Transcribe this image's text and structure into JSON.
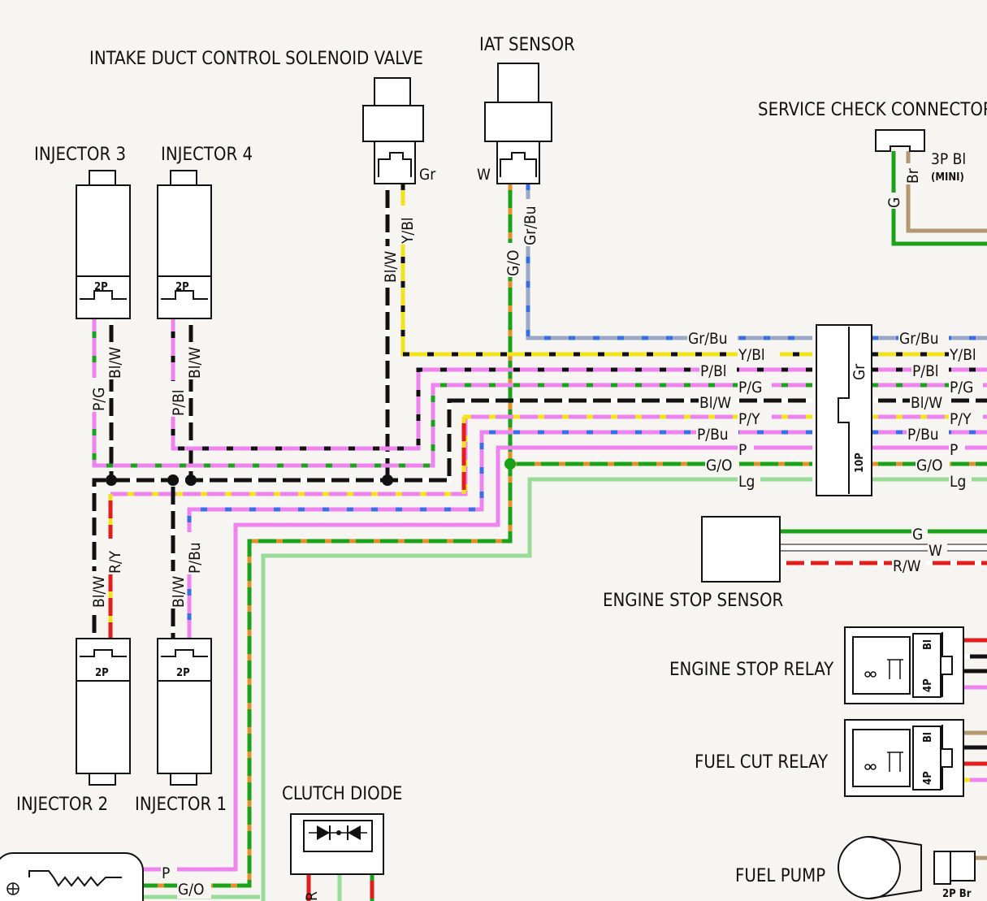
{
  "colors": {
    "pink": "#ee82ee",
    "green": "#1aa31a",
    "black": "#111111",
    "yellow": "#f5e31a",
    "red": "#e31c1c",
    "blue": "#3a6ee8",
    "grey_blue": "#9aa8c8",
    "light_green": "#98dc98",
    "orange": "#e0912a",
    "brown": "#b39870",
    "white": "#ffffff"
  },
  "components": {
    "intake_solenoid": "INTAKE DUCT CONTROL SOLENOID VALVE",
    "iat_sensor": "IAT SENSOR",
    "service_check": "SERVICE CHECK CONNECTOR",
    "injector3": "INJECTOR 3",
    "injector4": "INJECTOR 4",
    "injector2": "INJECTOR 2",
    "injector1": "INJECTOR 1",
    "clutch_diode": "CLUTCH DIODE",
    "engine_stop_sensor": "ENGINE STOP SENSOR",
    "engine_stop_relay": "ENGINE STOP RELAY",
    "fuel_cut_relay": "FUEL CUT RELAY",
    "fuel_pump": "FUEL PUMP"
  },
  "connectors": {
    "two_p": "2P",
    "three_p_bl": "3P Bl",
    "mini": "(MINI)",
    "ten_p": "10P",
    "four_p": "4P",
    "gr": "Gr",
    "bl": "Bl",
    "two_p_br": "2P Br"
  },
  "wire_labels": {
    "gr_bu": "Gr/Bu",
    "y_bl": "Y/Bl",
    "p_bl": "P/Bl",
    "p_g": "P/G",
    "bl_w": "Bl/W",
    "p_y": "P/Y",
    "p_bu": "P/Bu",
    "p": "P",
    "g_o": "G/O",
    "lg": "Lg",
    "g": "G",
    "w": "W",
    "r_w": "R/W",
    "r_y": "R/Y",
    "gr": "Gr",
    "br": "Br",
    "r": "R"
  }
}
